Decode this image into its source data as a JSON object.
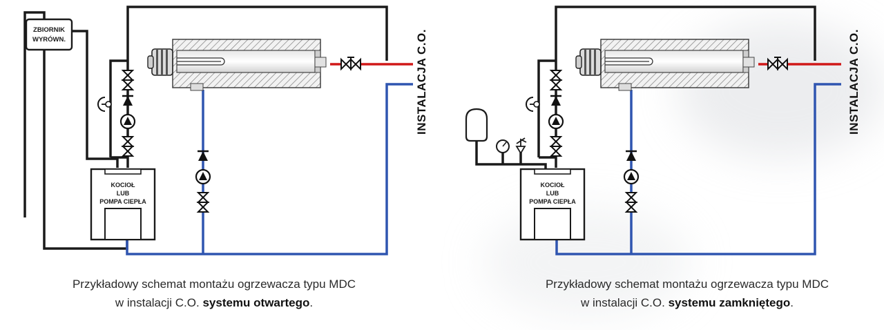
{
  "diagrams": [
    {
      "tank_label_line1": "ZBIORNIK",
      "tank_label_line2": "WYRÓWN.",
      "boiler_label": [
        "KOCIOŁ",
        "LUB",
        "POMPA CIEPŁA"
      ],
      "installation_label": "INSTALACJA C.O.",
      "caption_line1": "Przykładowy schemat montażu ogrzewacza typu MDC",
      "caption_line2_prefix": "w instalacji C.O. ",
      "caption_line2_bold": "systemu otwartego",
      "caption_line2_suffix": "."
    },
    {
      "boiler_label": [
        "KOCIOŁ",
        "LUB",
        "POMPA CIEPŁA"
      ],
      "installation_label": "INSTALACJA C.O.",
      "caption_line1": "Przykładowy schemat montażu ogrzewacza typu MDC",
      "caption_line2_prefix": "w instalacji C.O. ",
      "caption_line2_bold": "systemu zamkniętego",
      "caption_line2_suffix": "."
    }
  ],
  "colors": {
    "return_pipe": "#2f55b0",
    "hot_pipe": "#d01818",
    "black_pipe": "#1a1a1a"
  }
}
